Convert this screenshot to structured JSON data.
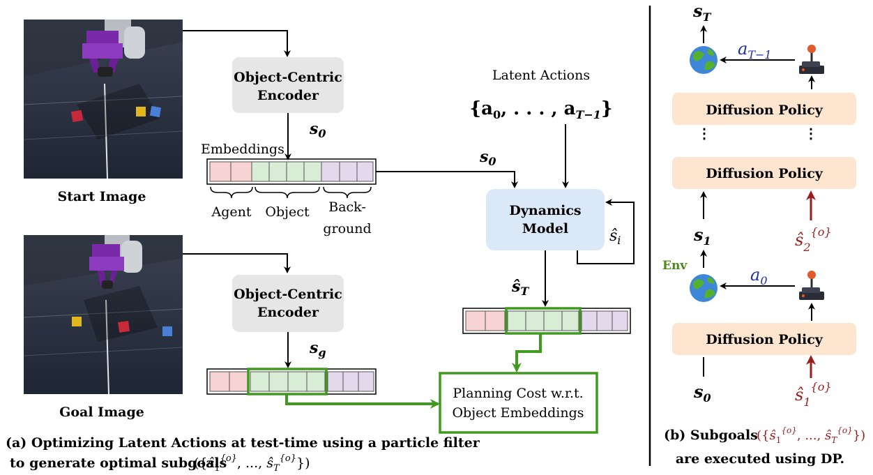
{
  "left": {
    "start_image_label": "Start Image",
    "goal_image_label": "Goal Image",
    "encoder_1": [
      "Object-Centric",
      "Encoder"
    ],
    "encoder_2": [
      "Object-Centric",
      "Encoder"
    ],
    "embeddings_label": "Embeddings",
    "s0_label": "s",
    "s0_sub": "0",
    "s0_arrow_label": "s",
    "s0_arrow_sub": "0",
    "sg_label": "s",
    "sg_sub": "g",
    "seg_agent": "Agent",
    "seg_object": "Object",
    "seg_background": [
      "Back-",
      "ground"
    ],
    "latent_actions_title": "Latent Actions",
    "latent_actions_set": "{a₀, . . . , a_{T−1}}",
    "dynamics_model": [
      "Dynamics",
      "Model"
    ],
    "s_hat_i": "ŝ",
    "s_hat_i_sub": "i",
    "s_hat_T": "ŝ",
    "s_hat_T_sub": "T",
    "planning_cost": [
      "Planning Cost w.r.t.",
      "Object Embeddings"
    ],
    "caption_line1": "(a) Optimizing Latent Actions at test-time using a particle filter",
    "caption_line2": "to generate optimal subgoals",
    "caption_math": "({ŝ₁^{o}, ..., ŝ_T^{o}})"
  },
  "right": {
    "sT_label": "s",
    "sT_sub": "T",
    "aT1_label": "a",
    "aT1_sub": "T−1",
    "diffusion_policy_1": "Diffusion Policy",
    "diffusion_policy_2": "Diffusion Policy",
    "diffusion_policy_3": "Diffusion Policy",
    "s1_label": "s",
    "s1_sub": "1",
    "s2_hat_label": "ŝ",
    "s2_hat_sub": "2",
    "s2_hat_sup": "{o}",
    "env_label": "Env",
    "a0_label": "a",
    "a0_sub": "0",
    "s0_label": "s",
    "s0_sub": "0",
    "s1_hat_label": "ŝ",
    "s1_hat_sub": "1",
    "s1_hat_sup": "{o}",
    "caption_line1": "(b) Subgoals",
    "caption_math": "({ŝ₁^{o}, ..., ŝ_T^{o}})",
    "caption_line2": "are executed using DP."
  },
  "colors": {
    "encoder_fill": "#e6e6e6",
    "dynamics_fill": "#dbe8f8",
    "policy_fill": "#fde5cf",
    "agent_seg": "#f8d3d3",
    "object_seg": "#d9ecd6",
    "background_seg": "#e4d9ec",
    "green_arrow": "#3f9a1f",
    "blue_text": "#1f2fa0",
    "red_text": "#9b1c1c",
    "env_green": "#4a8a1a"
  }
}
